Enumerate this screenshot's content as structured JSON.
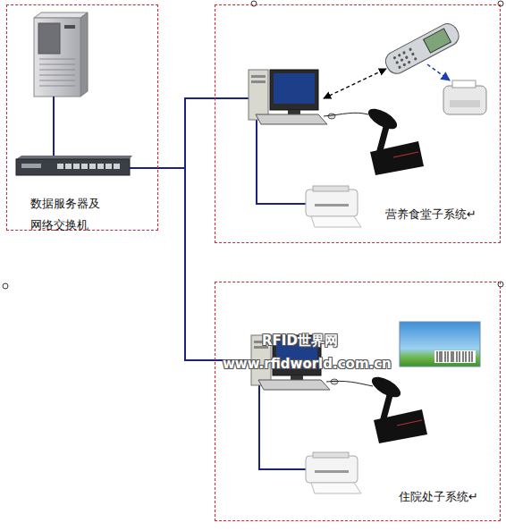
{
  "diagram": {
    "nodes": [
      {
        "text": [
          "数据服务器及 网络交换机"
        ]
      },
      {
        "text": [
          "营养食堂子系统↵"
        ]
      },
      {
        "text": [
          "住院处子系统↵"
        ]
      }
    ],
    "edges": [
      {
        "from": 0,
        "to": 1,
        "arrow": "none"
      },
      {
        "from": 0,
        "to": 2,
        "arrow": "none"
      }
    ],
    "labels": [
      "RFID世界网",
      "www.rfidworld.com.cn"
    ]
  }
}
